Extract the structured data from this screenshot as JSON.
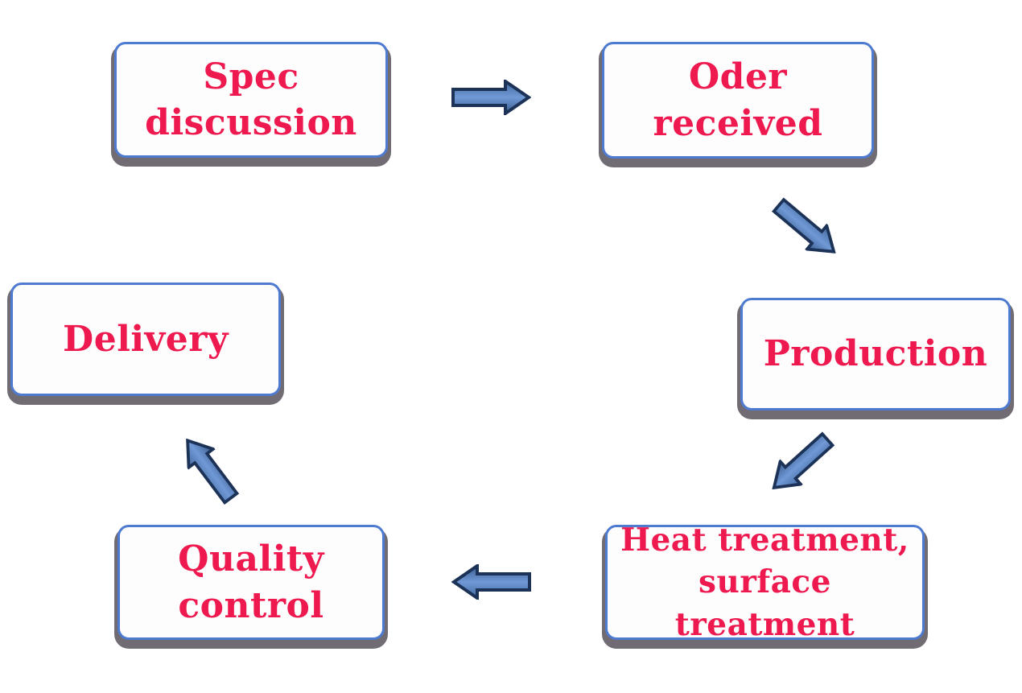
{
  "diagram": {
    "nodes": {
      "spec": {
        "label": "Spec\ndiscussion"
      },
      "order": {
        "label": "Oder\nreceived"
      },
      "production": {
        "label": "Production"
      },
      "heat": {
        "label": "Heat treatment,\nsurface treatment"
      },
      "quality": {
        "label": "Quality\ncontrol"
      },
      "delivery": {
        "label": "Delivery"
      }
    },
    "arrows": [
      {
        "name": "arrow-spec-to-order",
        "direction": "right",
        "from": "Spec discussion",
        "to": "Oder received"
      },
      {
        "name": "arrow-order-to-production",
        "direction": "down-right",
        "from": "Oder received",
        "to": "Production"
      },
      {
        "name": "arrow-production-to-heat",
        "direction": "down-left",
        "from": "Production",
        "to": "Heat treatment, surface treatment"
      },
      {
        "name": "arrow-heat-to-quality",
        "direction": "left",
        "from": "Heat treatment, surface treatment",
        "to": "Quality control"
      },
      {
        "name": "arrow-quality-to-delivery",
        "direction": "up-left",
        "from": "Quality control",
        "to": "Delivery"
      }
    ],
    "colors": {
      "box_border": "#4e7ad0",
      "box_fill": "#fdfdfe",
      "box_shadow": "#716c74",
      "label_text": "#ee1a4f",
      "arrow_fill_light": "#7099d6",
      "arrow_fill_dark": "#42689e",
      "arrow_outline": "#1c3257",
      "background": "#ffffff"
    }
  }
}
